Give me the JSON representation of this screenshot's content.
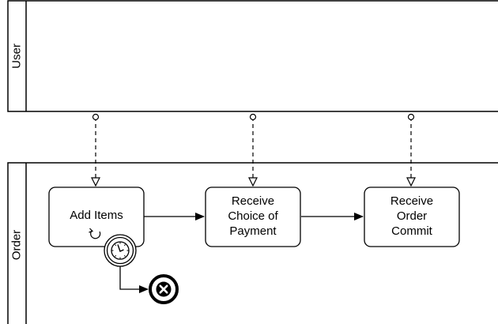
{
  "pools": [
    {
      "label": "User"
    },
    {
      "label": "Order"
    }
  ],
  "tasks": [
    {
      "lines": [
        "Add Items"
      ],
      "marker": "loop-marker-icon"
    },
    {
      "lines": [
        "Receive",
        "Choice of",
        "Payment"
      ]
    },
    {
      "lines": [
        "Receive",
        "Order",
        "Commit"
      ]
    }
  ],
  "events": {
    "boundary": "timer-boundary-event-icon",
    "end": "cancel-end-event-icon"
  },
  "flows": {
    "sequence": 3,
    "message": 3
  },
  "colors": {
    "stroke": "#000000",
    "fill": "#ffffff"
  }
}
